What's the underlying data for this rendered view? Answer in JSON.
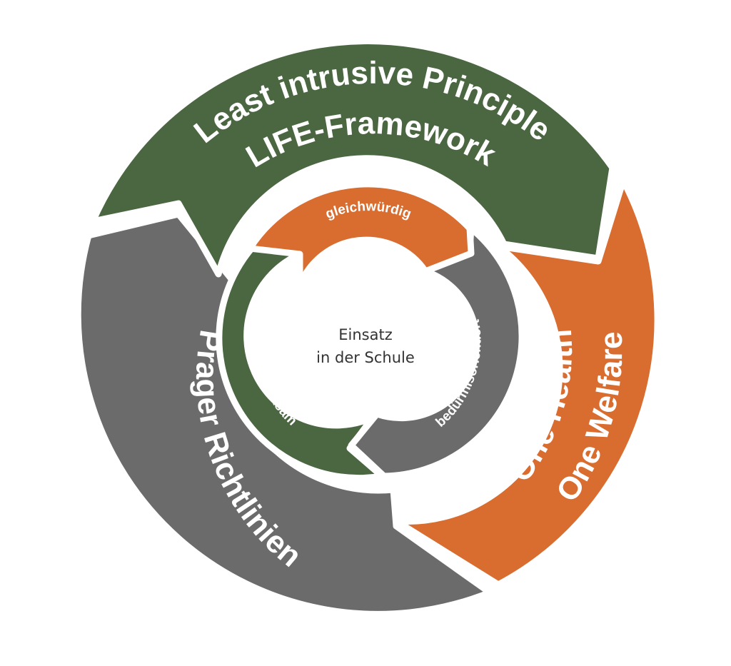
{
  "colors": {
    "green": "#4a6741",
    "orange": "#d96c2f",
    "gray": "#6b6b6b",
    "separator": "#ffffff",
    "center_text": "#333333"
  },
  "outer_ring": {
    "green_segment": {
      "line1": "Least intrusive Principle",
      "line2": "LIFE-Framework"
    },
    "orange_segment": {
      "line1": "One Health",
      "line2": "One Welfare"
    },
    "gray_segment": {
      "label": "Prager Richtlinien"
    }
  },
  "inner_ring": {
    "orange_segment": {
      "label": "gleichwürdig"
    },
    "gray_segment": {
      "label": "bedürfnisorientiert"
    },
    "green_segment": {
      "label": "selbstwirksam"
    }
  },
  "center": {
    "line1": "Einsatz",
    "line2": "in der Schule"
  }
}
